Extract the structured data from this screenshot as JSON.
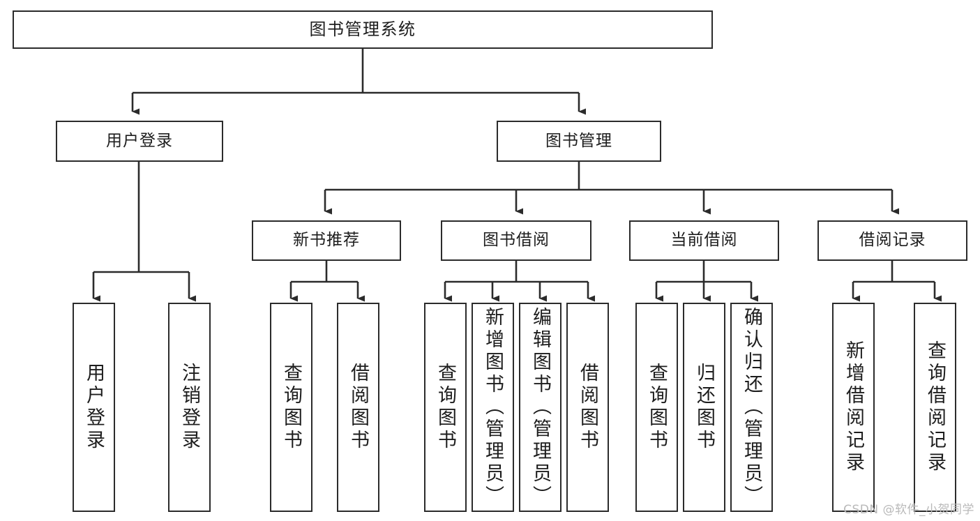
{
  "diagram": {
    "title": "图书管理系统",
    "type": "hierarchy-tree",
    "watermark": "CSDN @软件_小贺同学",
    "colors": {
      "box_border": "#2b2b2b",
      "box_fill": "#ffffff",
      "connector": "#2b2b2b",
      "text": "#1d1d1d",
      "watermark": "#b9b9b9",
      "background": "#ffffff"
    },
    "root": {
      "label": "图书管理系统"
    },
    "level1": [
      {
        "id": "login",
        "label": "用户登录"
      },
      {
        "id": "bookmgr",
        "label": "图书管理"
      }
    ],
    "level2": [
      {
        "id": "recommend",
        "label": "新书推荐",
        "parent": "bookmgr"
      },
      {
        "id": "borrow",
        "label": "图书借阅",
        "parent": "bookmgr"
      },
      {
        "id": "current",
        "label": "当前借阅",
        "parent": "bookmgr"
      },
      {
        "id": "records",
        "label": "借阅记录",
        "parent": "bookmgr"
      }
    ],
    "leaves": [
      {
        "id": "leaf-user-login",
        "label": "用户登录",
        "parent": "login"
      },
      {
        "id": "leaf-user-logout",
        "label": "注销登录",
        "parent": "login"
      },
      {
        "id": "leaf-rec-query",
        "label": "查询图书",
        "parent": "recommend"
      },
      {
        "id": "leaf-rec-borrow",
        "label": "借阅图书",
        "parent": "recommend"
      },
      {
        "id": "leaf-bor-query",
        "label": "查询图书",
        "parent": "borrow"
      },
      {
        "id": "leaf-bor-add",
        "label": "新增图书（管理员）",
        "parent": "borrow"
      },
      {
        "id": "leaf-bor-edit",
        "label": "编辑图书（管理员）",
        "parent": "borrow"
      },
      {
        "id": "leaf-bor-lend",
        "label": "借阅图书",
        "parent": "borrow"
      },
      {
        "id": "leaf-cur-query",
        "label": "查询图书",
        "parent": "current"
      },
      {
        "id": "leaf-cur-return",
        "label": "归还图书",
        "parent": "current"
      },
      {
        "id": "leaf-cur-confirm",
        "label": "确认归还（管理员）",
        "parent": "current"
      },
      {
        "id": "leaf-rec-add",
        "label": "新增借阅记录",
        "parent": "records"
      },
      {
        "id": "leaf-rec-search",
        "label": "查询借阅记录",
        "parent": "records"
      }
    ]
  }
}
